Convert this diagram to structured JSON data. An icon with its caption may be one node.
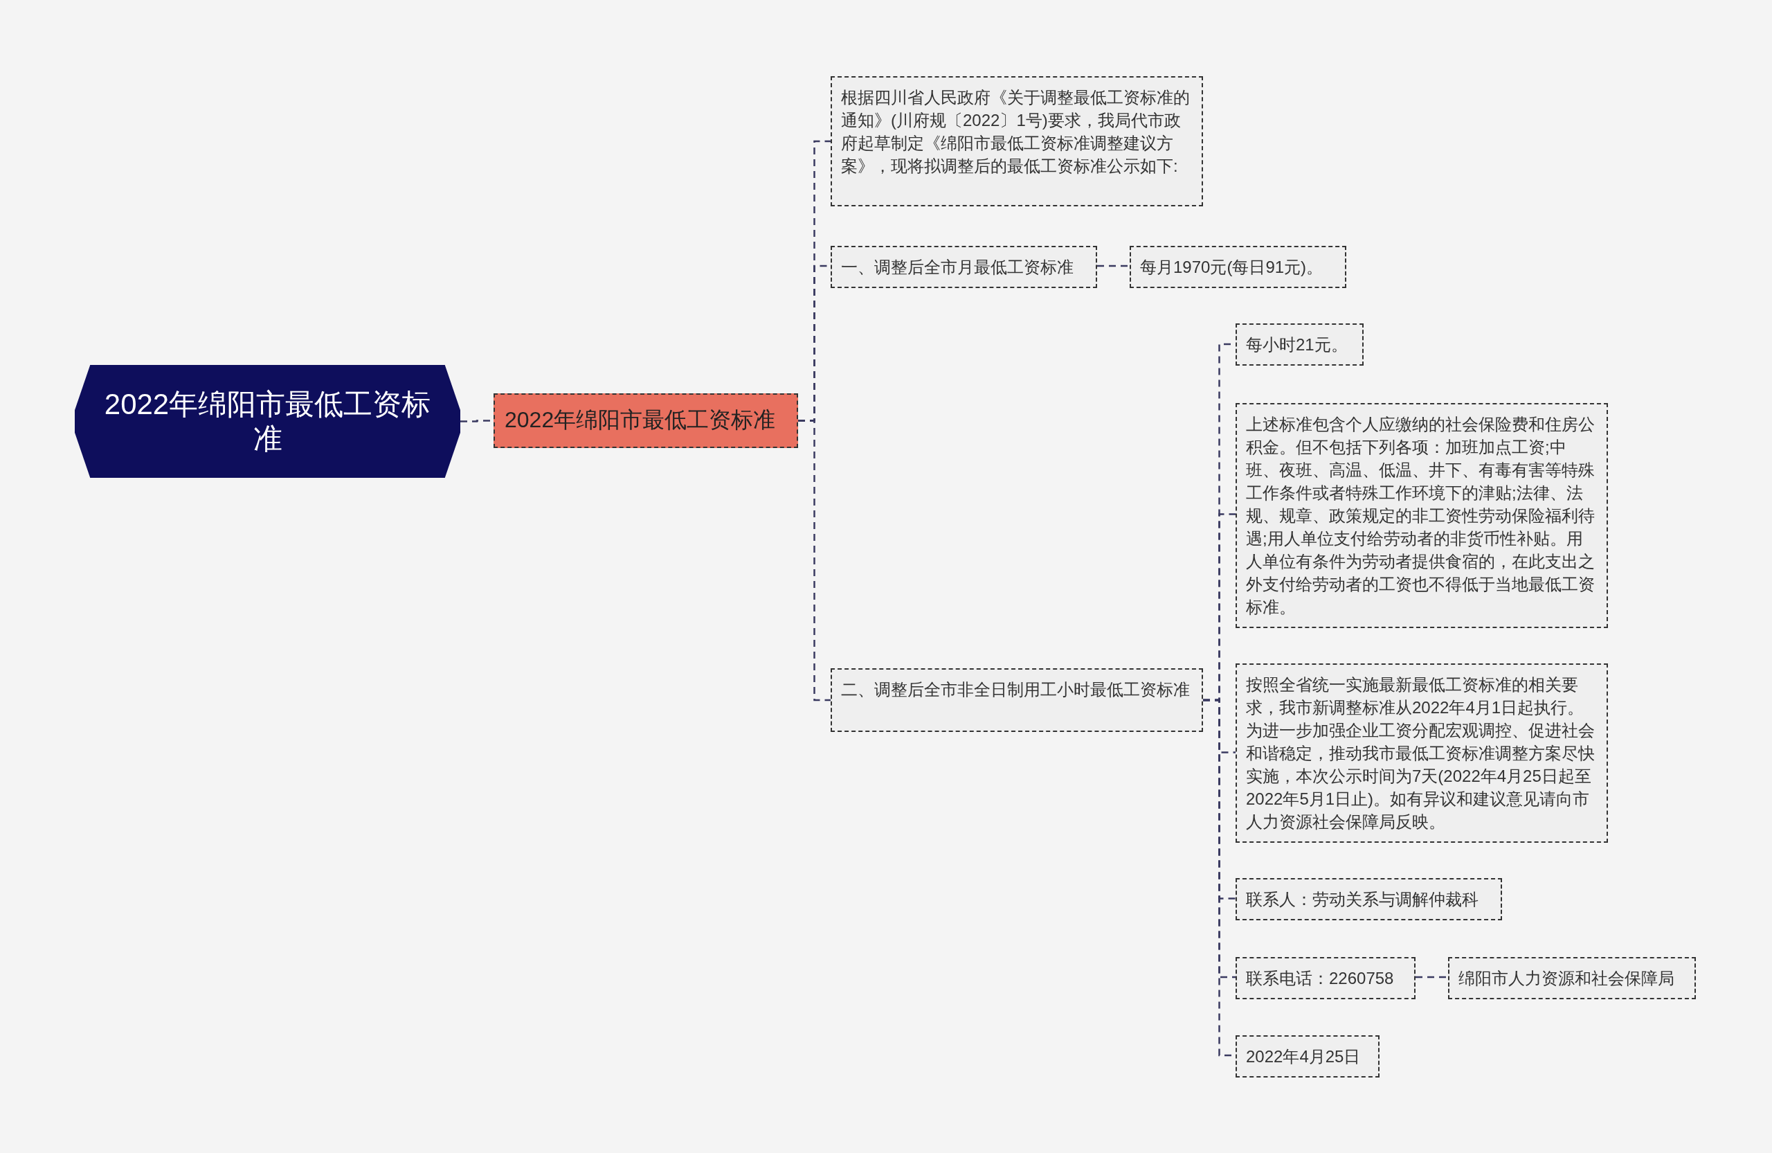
{
  "diagram": {
    "nodes": [
      {
        "text": [
          "2022年绵阳市最低工资标准"
        ]
      },
      {
        "text": [
          "2022年绵阳市最低工资标准"
        ]
      },
      {
        "text": [
          "根据四川省人民政府《关于调整最低工资标准的通知》(川府规〔2022〕1号)要求，我局代市政府起草制定《绵阳市最低工资标准调整建议方案》，现将拟调整后的最低工资标准公示如下:"
        ]
      },
      {
        "text": [
          "一、调整后全市月最低工资标准"
        ]
      },
      {
        "text": [
          "每月1970元(每日91元)。"
        ]
      },
      {
        "text": [
          "二、调整后全市非全日制用工小时最低工资标准"
        ]
      },
      {
        "text": [
          "每小时21元。"
        ]
      },
      {
        "text": [
          "上述标准包含个人应缴纳的社会保险费和住房公积金。但不包括下列各项：加班加点工资;中班、夜班、高温、低温、井下、有毒有害等特殊工作条件或者特殊工作环境下的津贴;法律、法规、规章、政策规定的非工资性劳动保险福利待遇;用人单位支付给劳动者的非货币性补贴。用人单位有条件为劳动者提供食宿的，在此支出之外支付给劳动者的工资也不得低于当地最低工资标准。"
        ]
      },
      {
        "text": [
          "按照全省统一实施最新最低工资标准的相关要求，我市新调整标准从2022年4月1日起执行。为进一步加强企业工资分配宏观调控、促进社会和谐稳定，推动我市最低工资标准调整方案尽快实施，本次公示时间为7天(2022年4月25日起至2022年5月1日止)。如有异议和建议意见请向市人力资源社会保障局反映。"
        ]
      },
      {
        "text": [
          "联系人：劳动关系与调解仲裁科"
        ]
      },
      {
        "text": [
          "联系电话：2260758"
        ]
      },
      {
        "text": [
          "绵阳市人力资源和社会保障局"
        ]
      },
      {
        "text": [
          "2022年4月25日"
        ]
      }
    ],
    "edges": [
      {
        "from": 0,
        "to": 1,
        "arrow": "none"
      },
      {
        "from": 1,
        "to": 2,
        "arrow": "none"
      },
      {
        "from": 1,
        "to": 3,
        "arrow": "none"
      },
      {
        "from": 1,
        "to": 5,
        "arrow": "none"
      },
      {
        "from": 3,
        "to": 4,
        "arrow": "none"
      },
      {
        "from": 5,
        "to": 6,
        "arrow": "none"
      },
      {
        "from": 5,
        "to": 7,
        "arrow": "none"
      },
      {
        "from": 5,
        "to": 8,
        "arrow": "none"
      },
      {
        "from": 5,
        "to": 9,
        "arrow": "none"
      },
      {
        "from": 5,
        "to": 10,
        "arrow": "none"
      },
      {
        "from": 5,
        "to": 12,
        "arrow": "none"
      },
      {
        "from": 10,
        "to": 11,
        "arrow": "none"
      }
    ]
  }
}
